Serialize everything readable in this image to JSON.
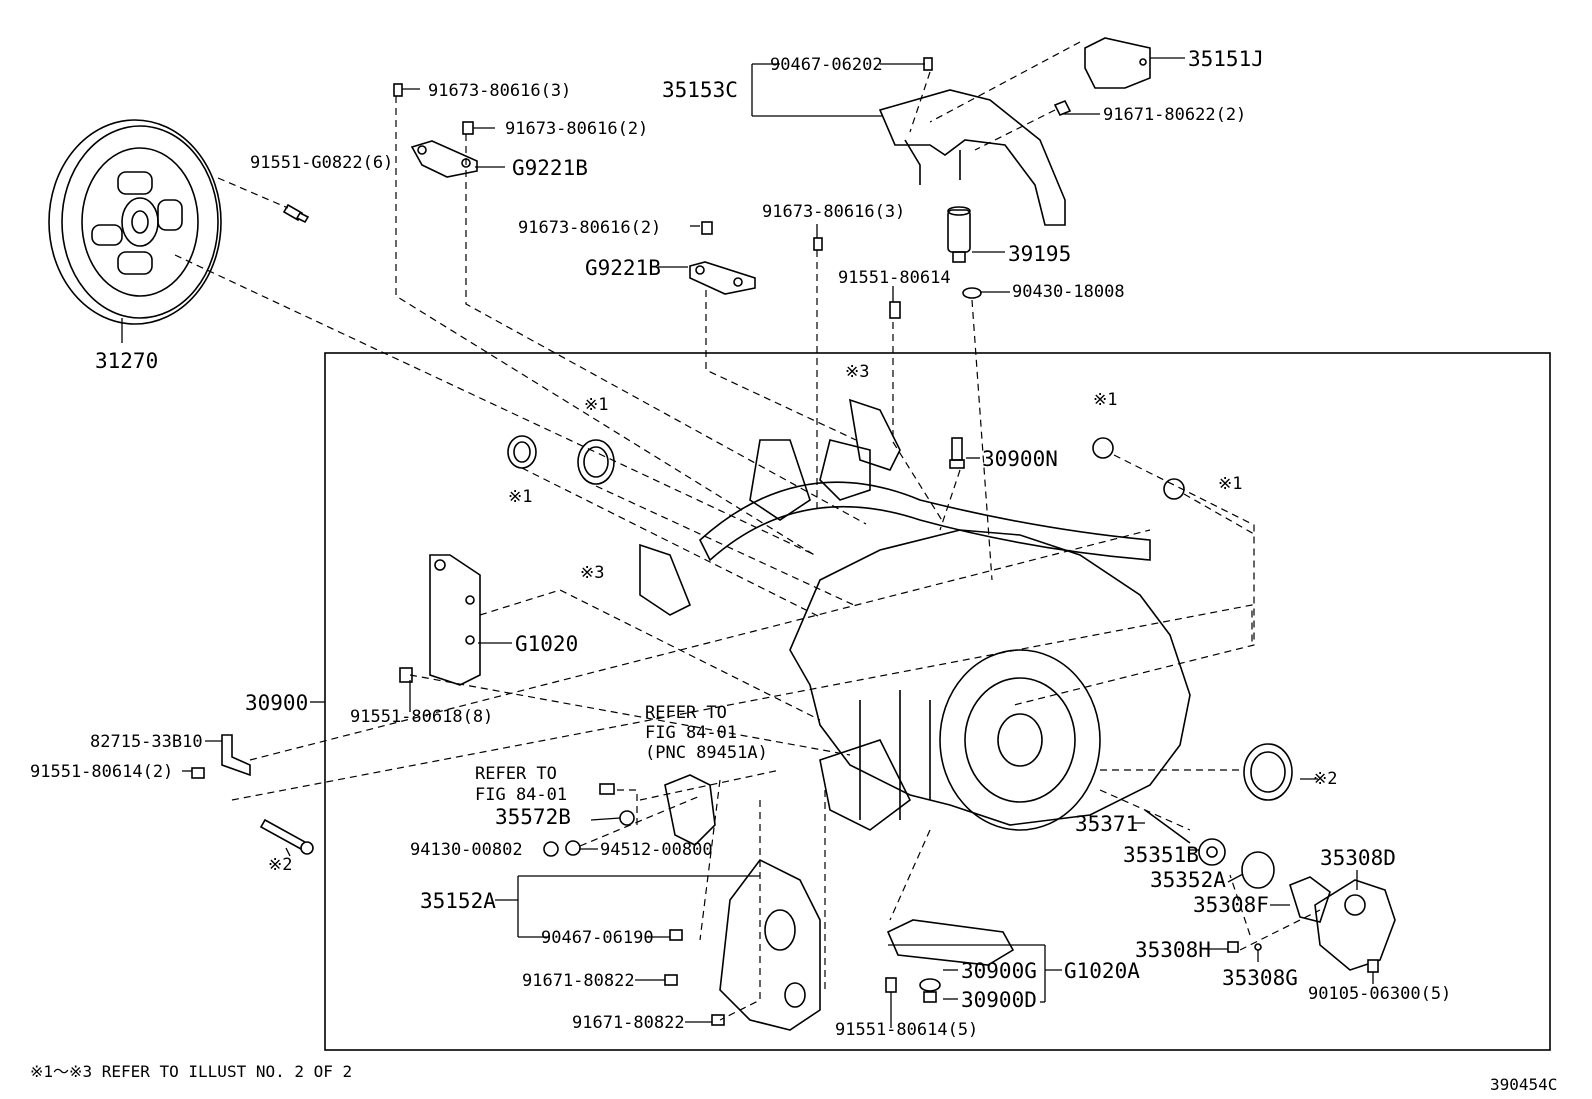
{
  "labels": {
    "l_31270": "31270",
    "l_91551_g0822": "91551-G0822(6)",
    "l_91673_3a": "91673-80616(3)",
    "l_91673_2a": "91673-80616(2)",
    "l_g9221b_a": "G9221B",
    "l_91673_2b": "91673-80616(2)",
    "l_g9221b_b": "G9221B",
    "l_91673_3b": "91673-80616(3)",
    "l_35153c": "35153C",
    "l_90467_06202": "90467-06202",
    "l_35151j": "35151J",
    "l_91671_80622": "91671-80622(2)",
    "l_39195": "39195",
    "l_91551_80614a": "91551-80614",
    "l_90430": "90430-18008",
    "l_30900n": "30900N",
    "l_g1020": "G1020",
    "l_91551_80618": "91551-80618(8)",
    "l_30900": "30900",
    "l_82715": "82715-33B10",
    "l_91551_80614_2": "91551-80614(2)",
    "l_refer1_a": "REFER TO",
    "l_refer1_b": "FIG 84-01",
    "l_refer1_c": "(PNC 89451A)",
    "l_refer2_a": "REFER TO",
    "l_refer2_b": "FIG 84-01",
    "l_35572b": "35572B",
    "l_94130": "94130-00802",
    "l_94512": "94512-00800",
    "l_35152a": "35152A",
    "l_90467_06190": "90467-06190",
    "l_91671_80822a": "91671-80822",
    "l_91671_80822b": "91671-80822",
    "l_30900g": "30900G",
    "l_30900d": "30900D",
    "l_g1020a": "G1020A",
    "l_91551_80614_5": "91551-80614(5)",
    "l_35371": "35371",
    "l_35351b": "35351B",
    "l_35352a": "35352A",
    "l_35308f": "35308F",
    "l_35308d": "35308D",
    "l_35308h": "35308H",
    "l_35308g": "35308G",
    "l_90105": "90105-06300(5)",
    "m1a": "※1",
    "m1b": "※1",
    "m1c": "※1",
    "m1d": "※1",
    "m2a": "※2",
    "m2b": "※2",
    "m3a": "※3",
    "m3b": "※3",
    "footnote": "※1～※3 REFER TO ILLUST NO. 2 OF 2",
    "ref_code": "390454C"
  }
}
